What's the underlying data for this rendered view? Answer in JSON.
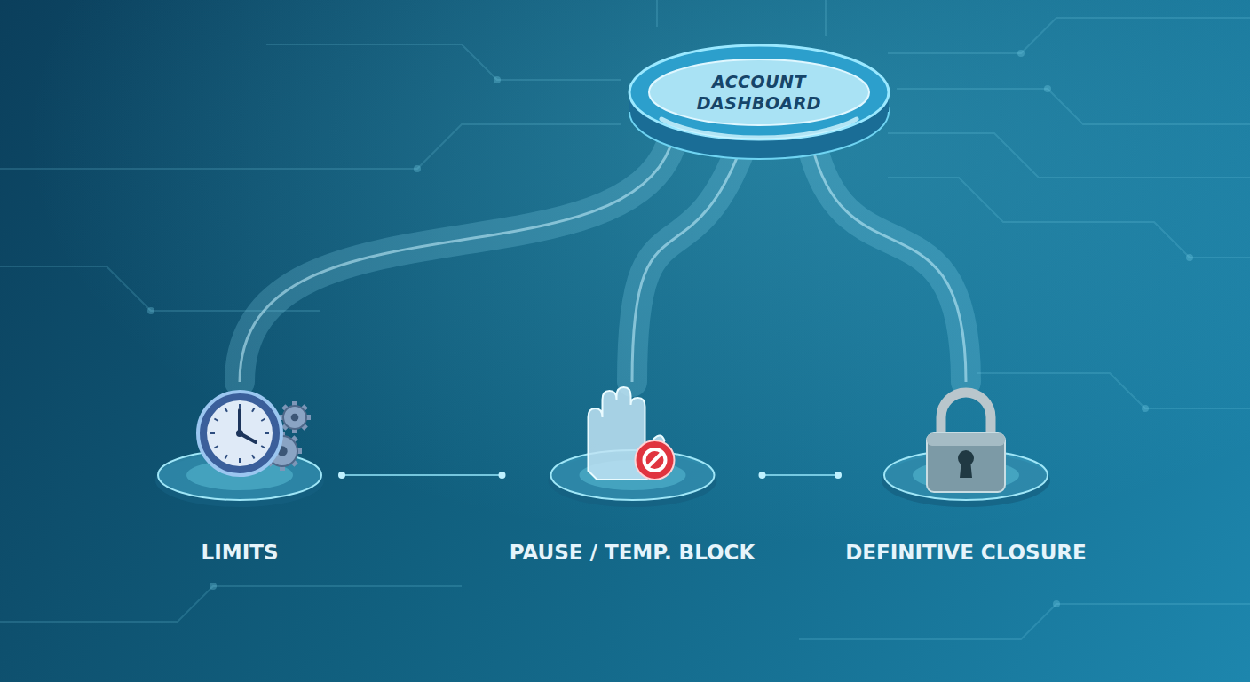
{
  "diagram": {
    "nodes": [
      {
        "text": [
          "ACCOUNT DASHBOARD"
        ]
      },
      {
        "text": [
          "LIMITS"
        ]
      },
      {
        "text": [
          "PAUSE / TEMP. BLOCK"
        ]
      },
      {
        "text": [
          "DEFINITIVE CLOSURE"
        ]
      }
    ],
    "edges": [
      {
        "from": 0,
        "to": 1,
        "arrow": "none"
      },
      {
        "from": 0,
        "to": 2,
        "arrow": "none"
      },
      {
        "from": 0,
        "to": 3,
        "arrow": "none"
      },
      {
        "from": 1,
        "to": 2,
        "arrow": "none"
      },
      {
        "from": 2,
        "to": 3,
        "arrow": "none"
      }
    ]
  }
}
